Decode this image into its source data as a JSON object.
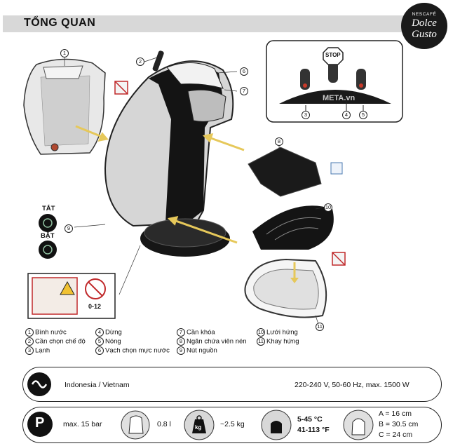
{
  "header": {
    "title": "TỔNG QUAN"
  },
  "logo": {
    "line1": "NESCAFÉ",
    "line2": "Dolce",
    "line3": "Gusto"
  },
  "callouts": [
    "1",
    "2",
    "3",
    "4",
    "5",
    "6",
    "7",
    "8",
    "9",
    "10",
    "11"
  ],
  "stop_sign": "STOP",
  "watermark": "META.vn",
  "power": {
    "off": "TẮT",
    "on": "BẬT"
  },
  "warning_age": "0-12",
  "legend": [
    {
      "num": "1",
      "text": "Bình nước"
    },
    {
      "num": "2",
      "text": "Cần chọn chế độ"
    },
    {
      "num": "3",
      "text": "Lạnh"
    },
    {
      "num": "4",
      "text": "Dừng"
    },
    {
      "num": "5",
      "text": "Nóng"
    },
    {
      "num": "6",
      "text": "Vạch chọn mực nước"
    },
    {
      "num": "7",
      "text": "Cần khóa"
    },
    {
      "num": "8",
      "text": "Ngăn chứa viên nén"
    },
    {
      "num": "9",
      "text": "Nút nguồn"
    },
    {
      "num": "10",
      "text": "Lưới hứng"
    },
    {
      "num": "11",
      "text": "Khay hứng"
    }
  ],
  "power_spec": {
    "region": "Indonesia / Vietnam",
    "rating": "220-240 V, 50-60 Hz, max. 1500 W"
  },
  "specs": {
    "pressure_icon": "P",
    "pressure": "max. 15 bar",
    "capacity": "0.8 l",
    "weight_icon": "kg",
    "weight": "~2.5 kg",
    "temp_c": "5-45 °C",
    "temp_f": "41-113 °F",
    "dim_a": "A = 16 cm",
    "dim_b": "B = 30.5 cm",
    "dim_c": "C = 24 cm"
  },
  "colors": {
    "header": "#d8d8d8",
    "machine": "#111111",
    "arrow": "#e6c85a"
  }
}
